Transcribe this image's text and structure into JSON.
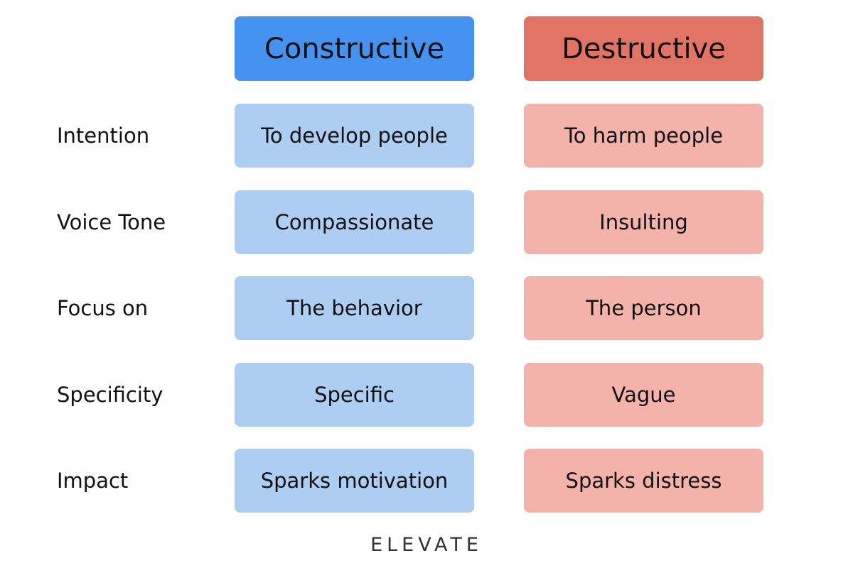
{
  "headers": {
    "constructive": "Constructive",
    "destructive": "Destructive"
  },
  "colors": {
    "constructive_header": "#4592f1",
    "destructive_header": "#e27466",
    "constructive_cell": "#adcdf3",
    "destructive_cell": "#f3b2aa"
  },
  "rows": [
    {
      "label": "Intention",
      "constructive": "To develop people",
      "destructive": "To harm people"
    },
    {
      "label": "Voice Tone",
      "constructive": "Compassionate",
      "destructive": "Insulting"
    },
    {
      "label": "Focus on",
      "constructive": "The behavior",
      "destructive": "The person"
    },
    {
      "label": "Specificity",
      "constructive": "Specific",
      "destructive": "Vague"
    },
    {
      "label": "Impact",
      "constructive": "Sparks motivation",
      "destructive": "Sparks distress"
    }
  ],
  "footer": {
    "brand": "ELEVATE"
  }
}
